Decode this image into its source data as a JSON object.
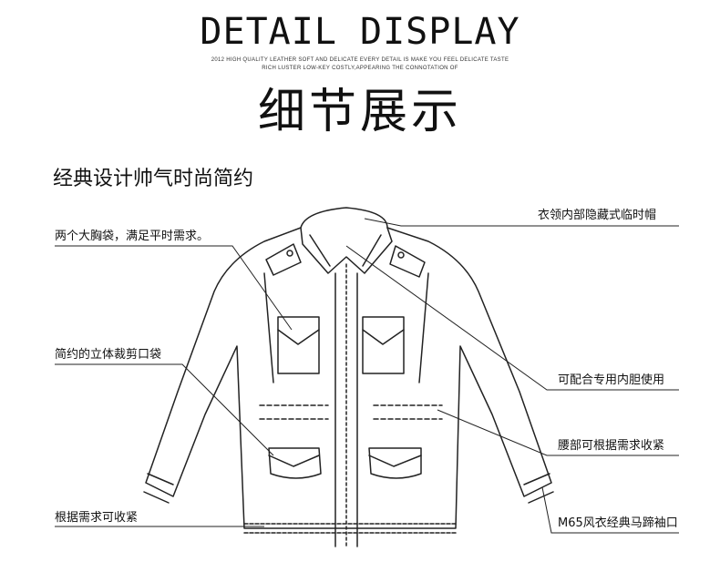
{
  "header": {
    "title_en": "DETAIL DISPLAY",
    "tagline_1": "2012 HIGH QUALITY LEATHER SOFT AND DELICATE EVERY DETAIL IS MAKE YOU FEEL DELICATE TASTE",
    "tagline_2": "RICH LUSTER LOW-KEY COSTLY,APPEARING THE CONNOTATION OF",
    "title_cn": "细节展示"
  },
  "subtitle": "经典设计帅气时尚简约",
  "callouts": {
    "hood": "衣领内部隐藏式临时帽",
    "chest_pockets": "两个大胸袋，满足平时需求。",
    "cut_pocket": "简约的立体裁剪口袋",
    "liner": "可配合专用内胆使用",
    "waist": "腰部可根据需求收紧",
    "hem": "根据需求可收紧",
    "cuff": "M65风衣经典马蹄袖口"
  },
  "colors": {
    "ink": "#111111",
    "line": "#222222"
  }
}
